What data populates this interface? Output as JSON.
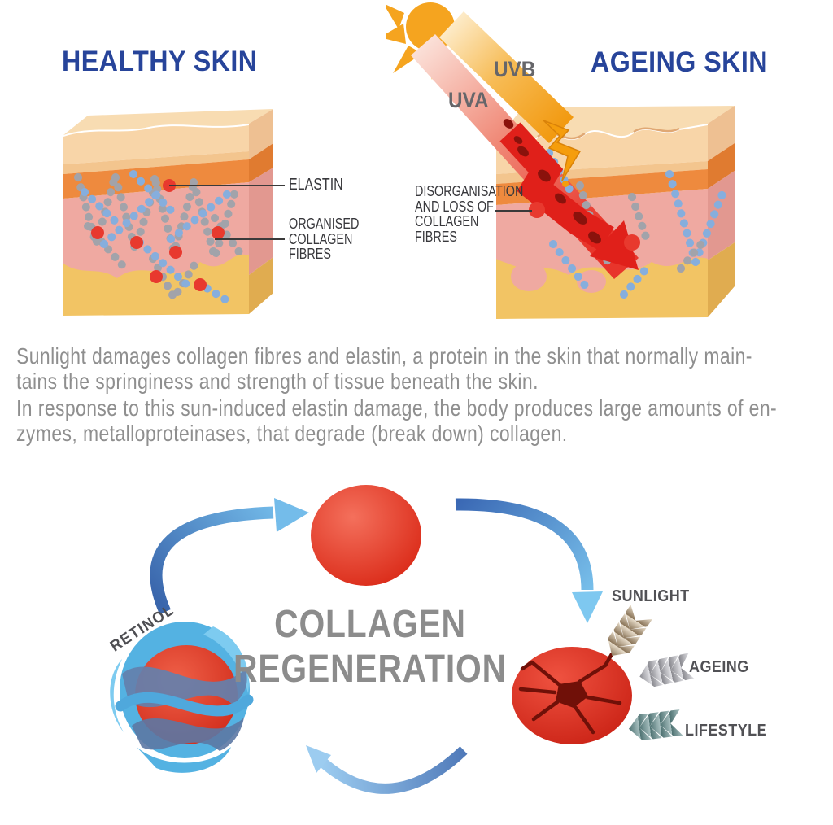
{
  "healthy_panel": {
    "title": "HEALTHY SKIN",
    "elastin_label": "ELASTIN",
    "collagen_label": "ORGANISED\nCOLLAGEN\nFIBRES"
  },
  "ageing_panel": {
    "title": "AGEING SKIN",
    "uvb_label": "UVB",
    "uva_label": "UVA",
    "damage_label": "DISORGANISATION\nAND LOSS OF\nCOLLAGEN\nFIBRES"
  },
  "body_text": {
    "paragraph_1": "Sunlight damages collagen fibres and elastin, a protein in the skin that normally main-\ntains the springiness and strength of tissue beneath the skin.",
    "paragraph_2": "In response to this sun-induced elastin damage, the body produces large amounts of en-\nzymes, metalloproteinases, that degrade (break down) collagen."
  },
  "cycle": {
    "title": "COLLAGEN\nREGENERATION",
    "retinol_label": "RETINOL",
    "factors": [
      "SUNLIGHT",
      "AGEING",
      "LIFESTYLE"
    ]
  },
  "colors": {
    "heading_blue": "#27449A",
    "body_gray": "#8F8F8F",
    "label_gray": "#38383C",
    "cycle_title_gray": "#8C8C8C",
    "arrow_blue_dark": "#3A68B4",
    "arrow_blue_light": "#7EC8F0",
    "collagen_red": "#D7210F",
    "sun_orange": "#F5A41F",
    "uva_red": "#E8352B",
    "epidermis_cream": "#F8D5A8",
    "skin_orange": "#EE8A3E",
    "skin_pink": "#EFA9A1",
    "skin_yellow": "#F2C464",
    "fibre_gray": "#A2A3AA",
    "fibre_blue": "#86AEDD",
    "chevron_sunlight": "#8A7458",
    "chevron_ageing": "#88888E",
    "chevron_lifestyle": "#4E7272"
  }
}
